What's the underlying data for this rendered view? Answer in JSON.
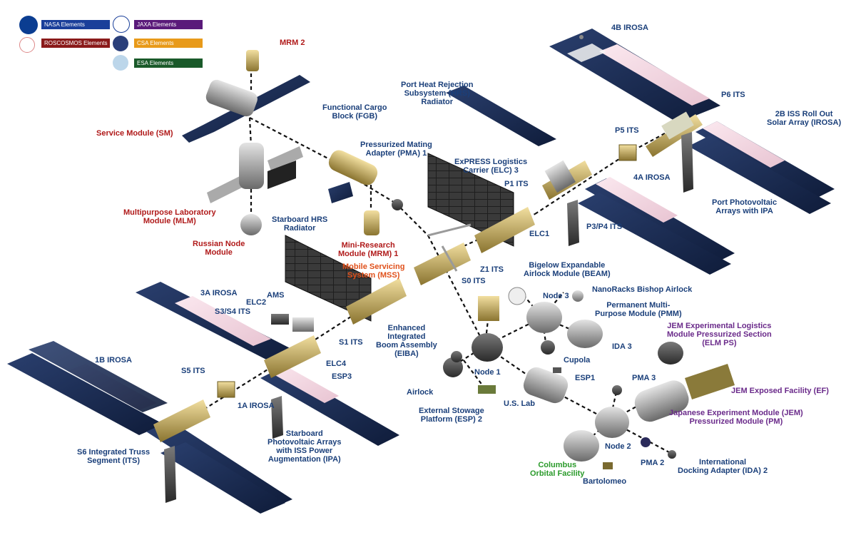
{
  "legend": [
    {
      "id": "nasa",
      "label": "NASA Elements",
      "color": "#1a3f9a"
    },
    {
      "id": "roscosmos",
      "label": "ROSCOSMOS Elements",
      "color": "#8a1a1a"
    },
    {
      "id": "jaxa",
      "label": "JAXA Elements",
      "color": "#5a1a7a"
    },
    {
      "id": "csa",
      "label": "CSA Elements",
      "color": "#e89a1a"
    },
    {
      "id": "esa",
      "label": "ESA Elements",
      "color": "#1a5a2a"
    }
  ],
  "logos": {
    "nasa": "NASA",
    "roscosmos": "РОСКОСМОС",
    "jaxa": "JAXA",
    "csa": "CSA",
    "esa": "esa"
  },
  "labels": {
    "mrm2": [
      "MRM 2"
    ],
    "sm": [
      "Service Module (SM)"
    ],
    "mlm": [
      "Multipurpose Laboratory",
      "Module (MLM)"
    ],
    "rnm": [
      "Russian Node",
      "Module"
    ],
    "fgb": [
      "Functional Cargo",
      "Block (FGB)"
    ],
    "pma1": [
      "Pressurized Mating",
      "Adapter (PMA) 1"
    ],
    "mrm1": [
      "Mini-Research",
      "Module (MRM) 1"
    ],
    "mss": [
      "Mobile Servicing",
      "System (MSS)"
    ],
    "hrs_port": [
      "Port Heat Rejection",
      "Subsystem (HRS)",
      "Radiator"
    ],
    "hrs_stbd": [
      "Starboard HRS",
      "Radiator"
    ],
    "elc3": [
      "ExPRESS Logistics",
      "Carrier (ELC) 3"
    ],
    "p1": [
      "P1 ITS"
    ],
    "elc1": [
      "ELC1"
    ],
    "p3p4": [
      "P3/P4 ITS"
    ],
    "p5": [
      "P5 ITS"
    ],
    "p6": [
      "P6 ITS"
    ],
    "irosa4b": [
      "4B IROSA"
    ],
    "irosa2b": [
      "2B ISS Roll Out",
      "Solar Array (IROSA)"
    ],
    "irosa4a": [
      "4A IROSA"
    ],
    "port_pva": [
      "Port Photovoltaic",
      "Arrays with IPA"
    ],
    "s0": [
      "S0 ITS"
    ],
    "z1": [
      "Z1 ITS"
    ],
    "beam": [
      "Bigelow Expandable",
      "Airlock Module (BEAM)"
    ],
    "node3": [
      "Node 3"
    ],
    "nanoracks": [
      "NanoRacks Bishop Airlock"
    ],
    "pmm": [
      "Permanent Multi-",
      "Purpose Module (PMM)"
    ],
    "cupola": [
      "Cupola"
    ],
    "elm": [
      "JEM Experimental Logistics",
      "Module Pressurized Section",
      "(ELM PS)"
    ],
    "ida3": [
      "IDA 3"
    ],
    "pma3": [
      "PMA 3"
    ],
    "jem_ef": [
      "JEM Exposed Facility (EF)"
    ],
    "jem_pm": [
      "Japanese Experiment Module (JEM)",
      "Pressurized Module (PM)"
    ],
    "esp1": [
      "ESP1"
    ],
    "node1": [
      "Node 1"
    ],
    "airlock": [
      "Airlock"
    ],
    "esp2": [
      "External Stowage",
      "Platform (ESP) 2"
    ],
    "uslab": [
      "U.S. Lab"
    ],
    "node2": [
      "Node 2"
    ],
    "pma2": [
      "PMA 2"
    ],
    "ida2": [
      "International",
      "Docking Adapter (IDA) 2"
    ],
    "columbus": [
      "Columbus",
      "Orbital Facility"
    ],
    "bartolomeo": [
      "Bartolomeo"
    ],
    "eiba": [
      "Enhanced",
      "Integrated",
      "Boom Assembly",
      "(EIBA)"
    ],
    "s1": [
      "S1 ITS"
    ],
    "elc4": [
      "ELC4"
    ],
    "esp3": [
      "ESP3"
    ],
    "ams": [
      "AMS"
    ],
    "elc2": [
      "ELC2"
    ],
    "s3s4": [
      "S3/S4 ITS"
    ],
    "irosa3a": [
      "3A IROSA"
    ],
    "irosa1b": [
      "1B IROSA"
    ],
    "s5": [
      "S5 ITS"
    ],
    "irosa1a": [
      "1A IROSA"
    ],
    "s6": [
      "S6 Integrated Truss",
      "Segment (ITS)"
    ],
    "stbd_pva": [
      "Starboard",
      "Photovoltaic Arrays",
      "with ISS Power",
      "Augmentation (IPA)"
    ]
  }
}
